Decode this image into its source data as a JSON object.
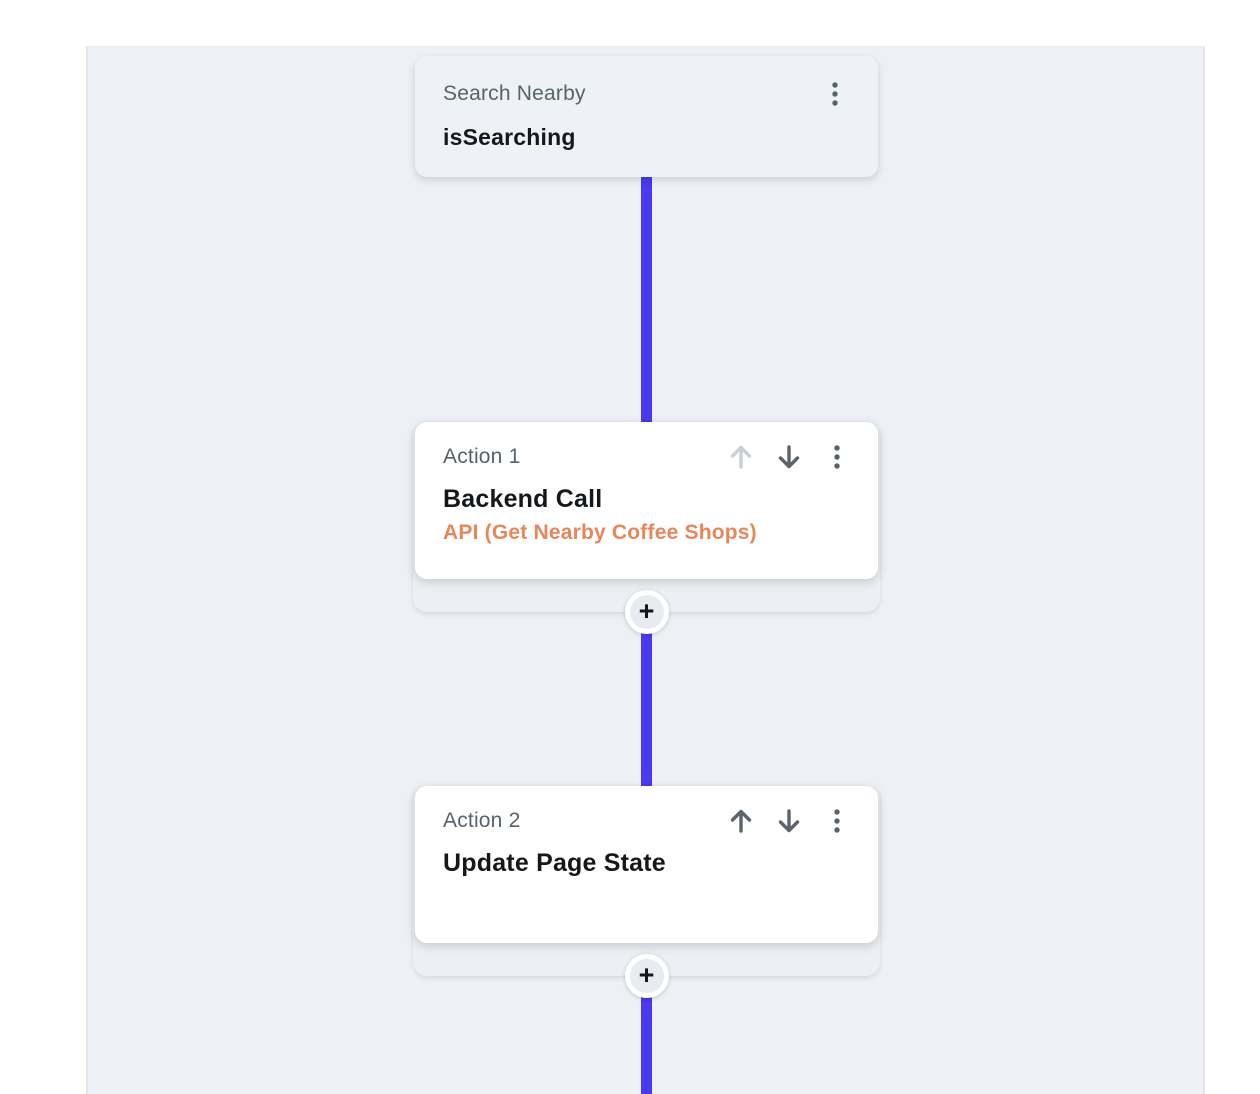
{
  "page": {
    "background": "#ffffff",
    "canvas_background": "#edf0f4",
    "connector_color": "#4b39ef",
    "accent_orange": "#e8875c",
    "text_dark": "#14181b",
    "text_gray": "#57636c"
  },
  "trigger": {
    "title": "Search Nearby",
    "name": "isSearching"
  },
  "actions": [
    {
      "label": "Action 1",
      "name": "Backend Call",
      "subtitle": "API (Get Nearby Coffee Shops)",
      "move_up_enabled": false,
      "move_down_enabled": true,
      "add_button_label": "+"
    },
    {
      "label": "Action 2",
      "name": "Update Page State",
      "subtitle": "",
      "move_up_enabled": true,
      "move_down_enabled": true,
      "add_button_label": "+"
    }
  ],
  "icons": {
    "menu": "kebab-menu-icon",
    "move_up": "arrow-up-icon",
    "move_down": "arrow-down-icon",
    "add": "plus-icon"
  }
}
